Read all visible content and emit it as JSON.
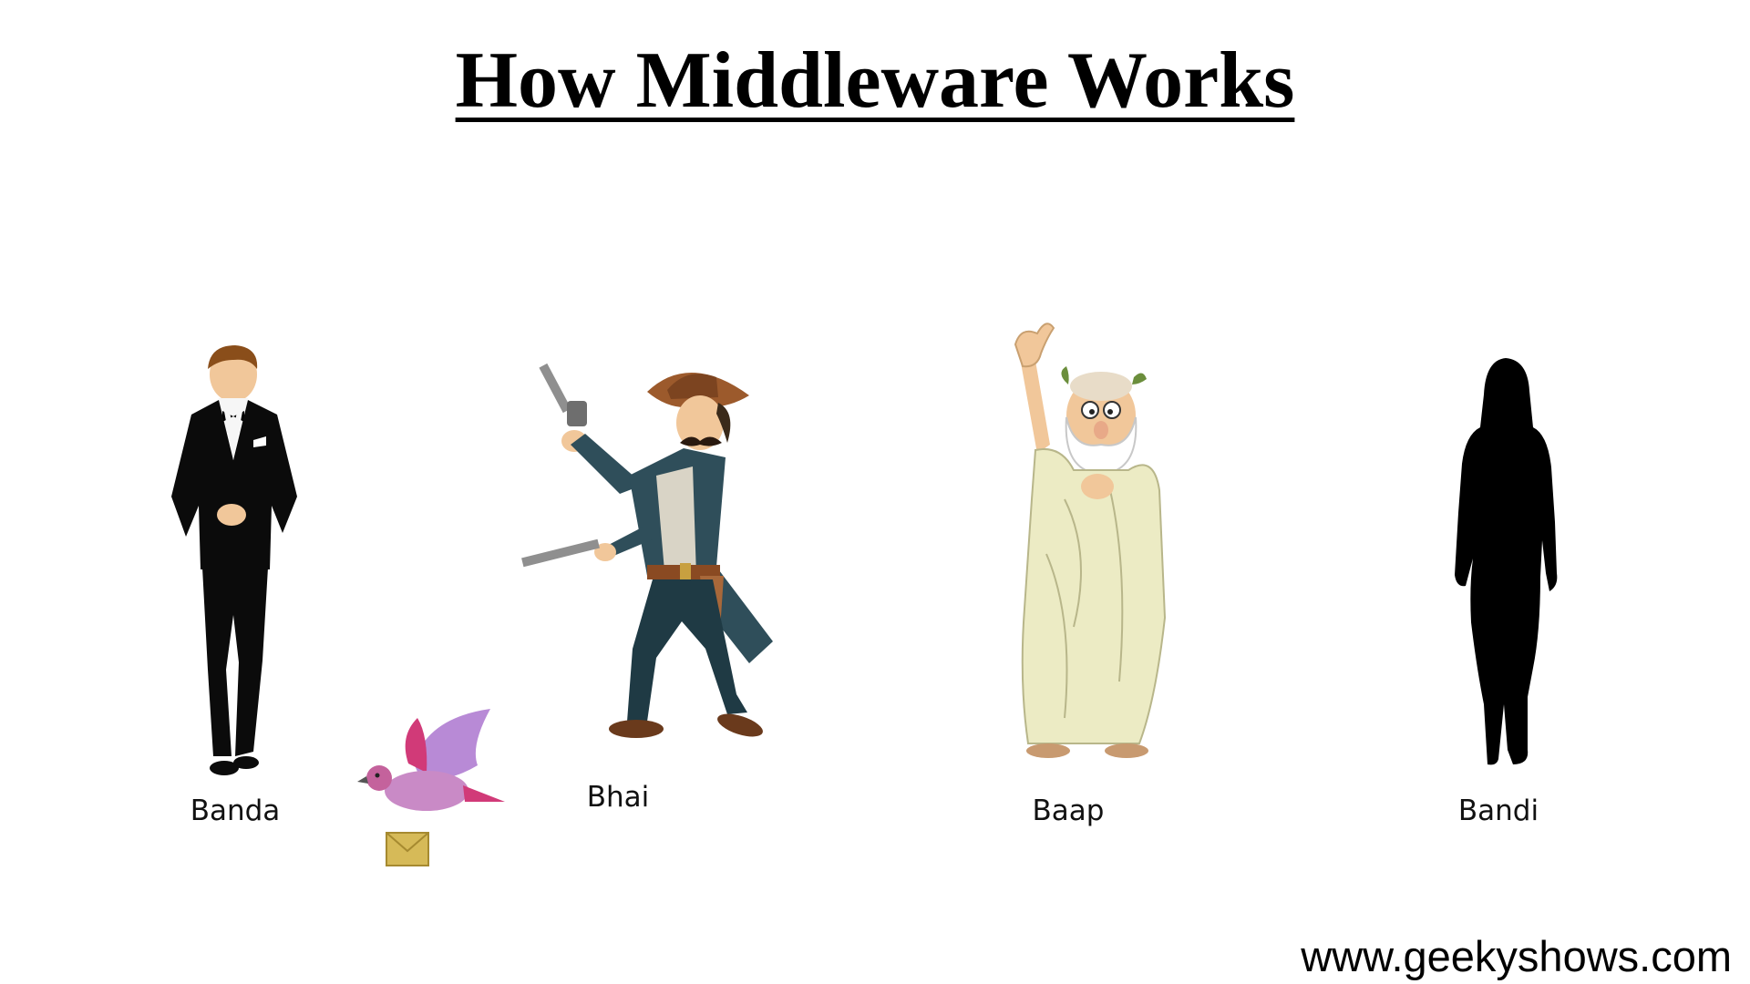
{
  "title": "How Middleware Works",
  "characters": [
    {
      "name": "Banda",
      "icon": "tuxedo-man-icon"
    },
    {
      "name": "Bhai",
      "icon": "gunslinger-icon"
    },
    {
      "name": "Baap",
      "icon": "old-sage-icon"
    },
    {
      "name": "Bandi",
      "icon": "woman-silhouette-icon"
    }
  ],
  "messenger": {
    "icon": "pigeon-with-letter-icon"
  },
  "footer": "www.geekyshows.com",
  "colors": {
    "text": "#000000",
    "background": "#ffffff",
    "tuxedo": "#0b0b0b",
    "coat": "#2f4e5a",
    "hat": "#9c5a2c",
    "robe": "#ecebc4",
    "pigeon": "#c76ba7"
  }
}
